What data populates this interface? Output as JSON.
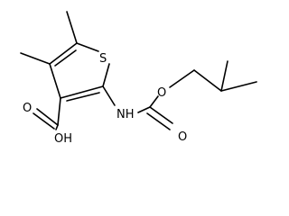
{
  "molecule": {
    "atom_labels": {
      "sulfur": "S",
      "carbonyl_oxygen_acid": "O",
      "hydroxyl": "OH",
      "nh": "NH",
      "ester_oxygen": "O",
      "carbonyl_oxygen_carbamate": "O"
    }
  },
  "colors": {
    "background": "#ffffff",
    "bond": "#000000",
    "label": "#000000"
  }
}
